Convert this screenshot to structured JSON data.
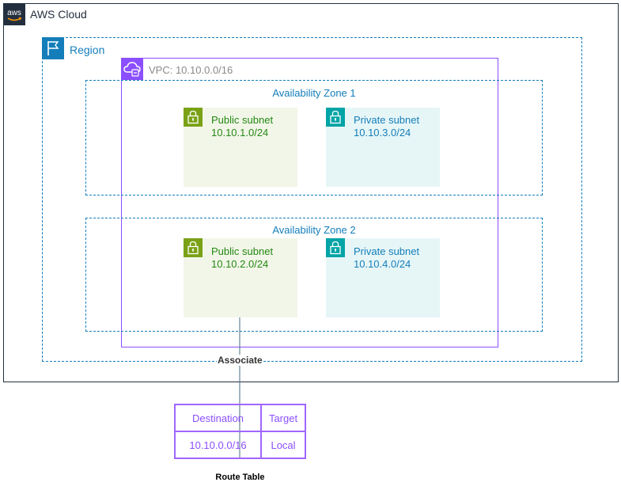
{
  "cloud": {
    "label": "AWS Cloud",
    "logo_text": "aws"
  },
  "region": {
    "label": "Region"
  },
  "vpc": {
    "label": "VPC: 10.10.0.0/16"
  },
  "zones": [
    {
      "label": "Availability Zone 1",
      "public_subnet": {
        "title": "Public subnet",
        "cidr": "10.10.1.0/24"
      },
      "private_subnet": {
        "title": "Private subnet",
        "cidr": "10.10.3.0/24"
      }
    },
    {
      "label": "Availability Zone 2",
      "public_subnet": {
        "title": "Public subnet",
        "cidr": "10.10.2.0/24"
      },
      "private_subnet": {
        "title": "Private subnet",
        "cidr": "10.10.4.0/24"
      }
    }
  ],
  "connector": {
    "label": "Associate"
  },
  "route_table": {
    "title": "Route Table",
    "headers": [
      "Destination",
      "Target"
    ],
    "rows": [
      [
        "10.10.0.0/16",
        "Local"
      ]
    ]
  },
  "colors": {
    "cloud": "#232f3e",
    "region": "#147eba",
    "vpc": "#8c4fff",
    "public_subnet": "#7aa116",
    "private_subnet": "#00a4a6",
    "route_table": "#a166ff"
  }
}
